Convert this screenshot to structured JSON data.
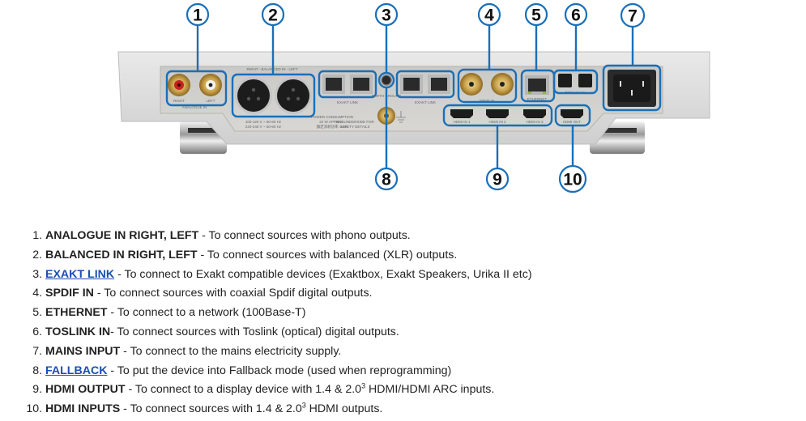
{
  "diagram": {
    "callouts": [
      "1",
      "2",
      "3",
      "4",
      "5",
      "6",
      "7",
      "8",
      "9",
      "10"
    ],
    "panel_labels": {
      "balanced": "RIGHT - BALANCED IN - LEFT",
      "rca_right": "RIGHT",
      "rca_left": "LEFT",
      "analogue": "ANALOGUE IN",
      "exakt_link_a": "EXAKT LINK",
      "exakt_link_b": "EXAKT LINK",
      "earth": "EARTH GROUND",
      "voltage_1": "100-120 V ~ 50-60 Hz",
      "voltage_2": "220-240 V ~ 50-60 Hz",
      "power_1": "POWER CONSUMPTION",
      "power_2": "22 W APPROX.",
      "power_3": "額定消耗功率: 22W",
      "safety_1": "SEE UNDERSIDE FOR",
      "safety_2": "SAFETY DETAILS",
      "spdif": "SPDIF IN",
      "ethernet": "ETHERNET",
      "toslink": "TOSLINK IN",
      "hdmi_in_1": "HDMI  IN 1",
      "hdmi_in_2": "HDMI  IN 2",
      "hdmi_in_3": "HDMI  IN 3",
      "hdmi_out": "HDMI  OUT"
    },
    "accent_color": "#1a6fb8"
  },
  "items": [
    {
      "number": "1",
      "term": "ANALOGUE IN RIGHT, LEFT",
      "is_link": false,
      "desc": " - To connect sources with phono outputs."
    },
    {
      "number": "2",
      "term": "BALANCED IN RIGHT, LEFT",
      "is_link": false,
      "desc": " - To connect sources with balanced (XLR) outputs."
    },
    {
      "number": "3",
      "term": "EXAKT LINK",
      "is_link": true,
      "desc": " - To connect to Exakt compatible devices (Exaktbox, Exakt Speakers, Urika II etc)"
    },
    {
      "number": "4",
      "term": "SPDIF IN",
      "is_link": false,
      "desc": " - To connect sources with coaxial Spdif digital outputs."
    },
    {
      "number": "5",
      "term": "ETHERNET",
      "is_link": false,
      "desc": " - To connect to a network (100Base-T)"
    },
    {
      "number": "6",
      "term": "TOSLINK IN",
      "is_link": false,
      "desc": "- To connect sources with Toslink (optical) digital outputs."
    },
    {
      "number": "7",
      "term": "MAINS INPUT",
      "is_link": false,
      "desc": " - To connect to the mains electricity supply."
    },
    {
      "number": "8",
      "term": "FALLBACK",
      "is_link": true,
      "desc": " - To put the device into Fallback mode (used when reprogramming)"
    },
    {
      "number": "9",
      "term": "HDMI OUTPUT",
      "is_link": false,
      "desc_pre": " - To connect to a display device with 1.4 & 2.0",
      "sup": "3",
      "desc_post": " HDMI/HDMI ARC inputs."
    },
    {
      "number": "10",
      "term": "HDMI INPUTS",
      "is_link": false,
      "desc_pre": " - To connect sources with 1.4 & 2.0",
      "sup": "3",
      "desc_post": " HDMI outputs."
    }
  ],
  "link_color": "#1a4fb3"
}
